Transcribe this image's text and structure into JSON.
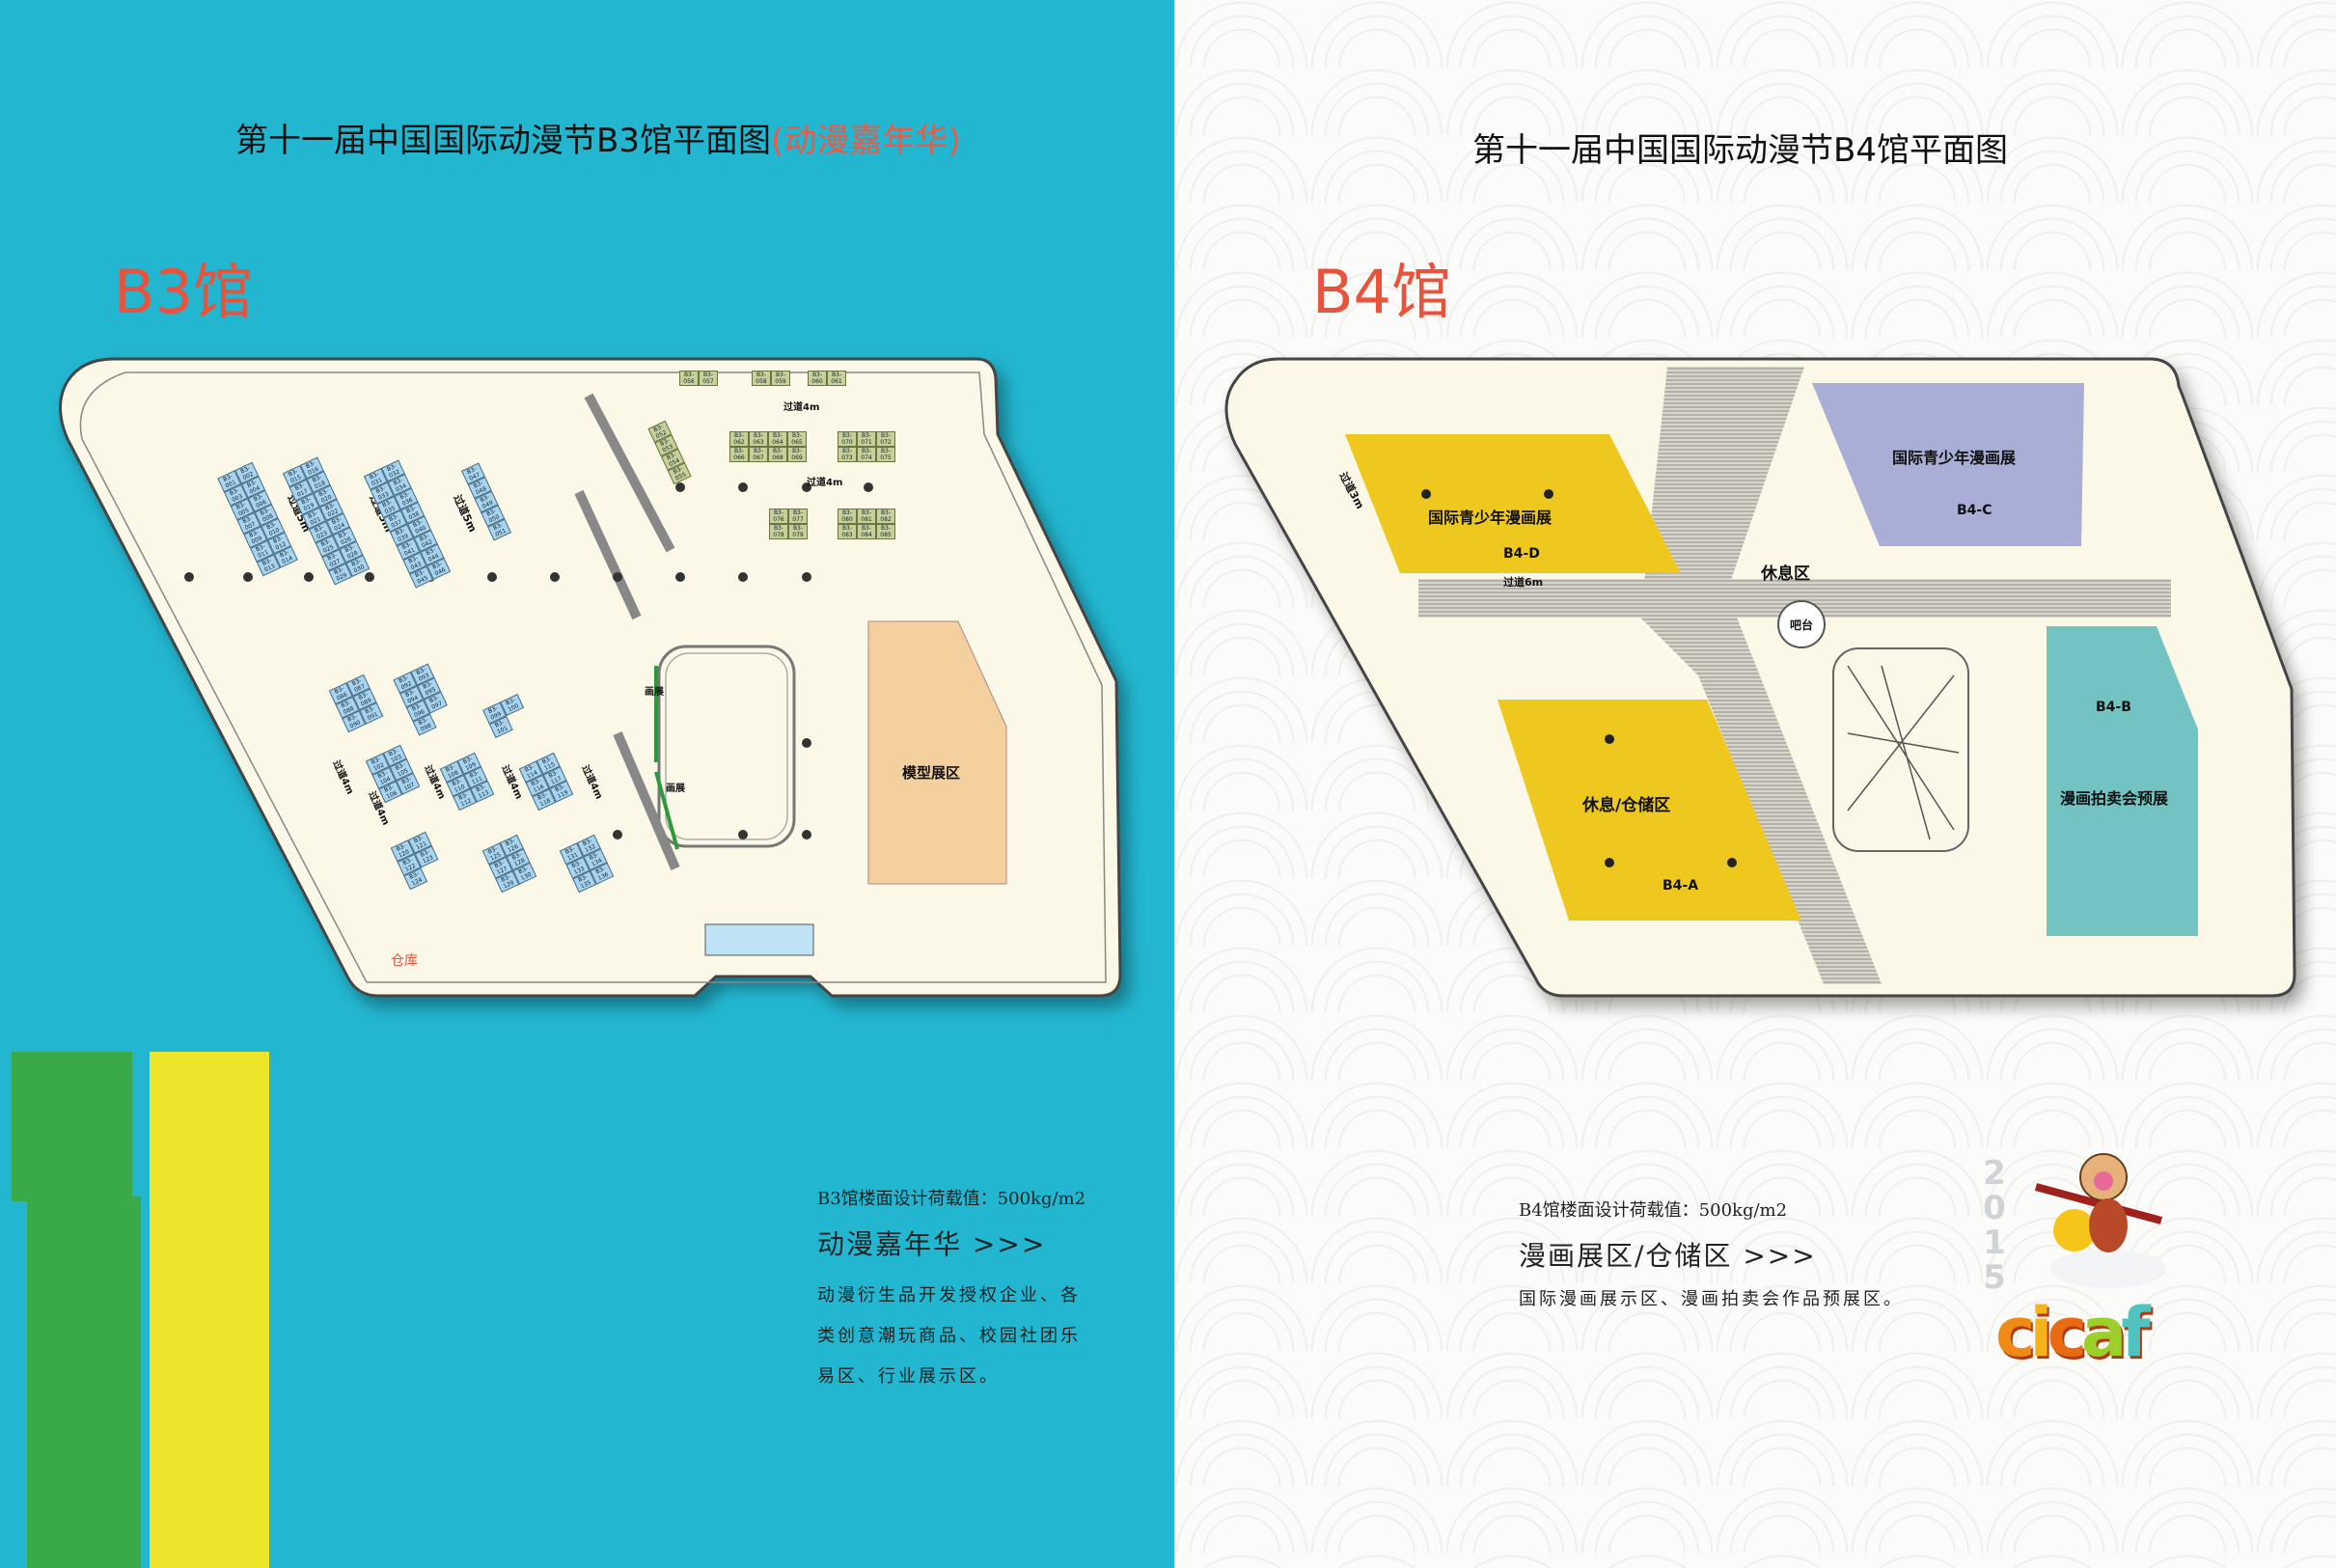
{
  "colors": {
    "left_bg": "#22b6d0",
    "accent": "#e9533b",
    "floor": "#fbf8e8",
    "booth_blue": "#a8d4f0",
    "booth_olive": "#c8d09a",
    "model_area": "#f3d09d",
    "zone_yellow": "#efc81f",
    "zone_purple": "#a9aed6",
    "zone_teal": "#72c3c2"
  },
  "b3": {
    "title": "第十一届中国国际动漫节B3馆平面图",
    "title_suffix": "(动漫嘉年华)",
    "hall_label": "B3馆",
    "load_spec": "B3馆楼面设计荷载值：500kg/m2",
    "zone_heading": "动漫嘉年华 >>>",
    "description_lines": [
      "动漫衍生品开发授权企业、各",
      "类创意潮玩商品、校园社团乐",
      "易区、行业展示区。"
    ],
    "areas": {
      "model": "模型展区",
      "warehouse": "仓库",
      "painting_a": "画展",
      "painting_b": "画展"
    },
    "aisles": [
      "过道5m",
      "过道5m",
      "过道5m",
      "过道4m",
      "过道4m",
      "过道4m",
      "过道4m",
      "过道4m",
      "过道4m",
      "过道4m"
    ],
    "booth_prefix": "B3-",
    "booth_groups": [
      {
        "from": 1,
        "to": 14,
        "cols": 2,
        "color": "blue"
      },
      {
        "from": 15,
        "to": 30,
        "cols": 2,
        "color": "blue"
      },
      {
        "from": 31,
        "to": 46,
        "cols": 2,
        "color": "blue"
      },
      {
        "from": 47,
        "to": 51,
        "cols": 1,
        "color": "blue"
      },
      {
        "from": 52,
        "to": 55,
        "cols": 1,
        "color": "olive"
      },
      {
        "from": 56,
        "to": 57,
        "cols": 2,
        "color": "olive"
      },
      {
        "from": 58,
        "to": 59,
        "cols": 2,
        "color": "olive"
      },
      {
        "from": 60,
        "to": 61,
        "cols": 2,
        "color": "olive"
      },
      {
        "from": 62,
        "to": 69,
        "cols": 4,
        "color": "olive"
      },
      {
        "from": 70,
        "to": 75,
        "cols": 3,
        "color": "olive"
      },
      {
        "from": 76,
        "to": 79,
        "cols": 2,
        "color": "olive"
      },
      {
        "from": 80,
        "to": 85,
        "cols": 3,
        "color": "olive"
      },
      {
        "from": 86,
        "to": 91,
        "cols": 2,
        "color": "blue"
      },
      {
        "from": 92,
        "to": 98,
        "cols": 2,
        "color": "blue"
      },
      {
        "from": 99,
        "to": 101,
        "cols": 2,
        "color": "blue"
      },
      {
        "from": 102,
        "to": 107,
        "cols": 2,
        "color": "blue"
      },
      {
        "from": 108,
        "to": 113,
        "cols": 2,
        "color": "blue"
      },
      {
        "from": 114,
        "to": 119,
        "cols": 2,
        "color": "blue"
      },
      {
        "from": 120,
        "to": 124,
        "cols": 2,
        "color": "blue"
      },
      {
        "from": 125,
        "to": 130,
        "cols": 2,
        "color": "blue"
      },
      {
        "from": 131,
        "to": 136,
        "cols": 2,
        "color": "blue"
      }
    ]
  },
  "b4": {
    "title": "第十一届中国国际动漫节B4馆平面图",
    "hall_label": "B4馆",
    "load_spec": "B4馆楼面设计荷载值：500kg/m2",
    "zone_heading": "漫画展区/仓储区 >>>",
    "description": "国际漫画展示区、漫画拍卖会作品预展区。",
    "zones": {
      "d_name": "国际青少年漫画展",
      "d_code": "B4-D",
      "c_name": "国际青少年漫画展",
      "c_code": "B4-C",
      "a_name": "休息/仓储区",
      "a_code": "B4-A",
      "b_name": "漫画拍卖会预展",
      "b_code": "B4-B"
    },
    "rest_area": "休息区",
    "bar": "吧台",
    "aisles": [
      "过道3m",
      "过道6m"
    ]
  },
  "logo": {
    "year": "2015",
    "brand": "cicaf"
  }
}
